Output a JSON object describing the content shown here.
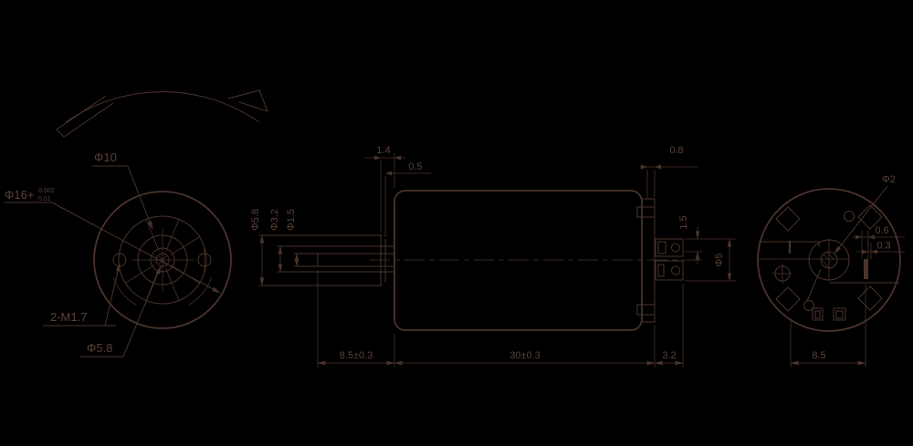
{
  "colors": {
    "background": "#000000",
    "line": "#4a332b",
    "text": "#5a4136"
  },
  "front_view": {
    "pitch_circle_dia": "Φ10",
    "body_dia": "Φ16+",
    "body_dia_tol_upper": "0.002",
    "body_dia_tol_lower": "0.01",
    "mounting_holes": "2-M1.7",
    "boss_dia": "Φ5.8"
  },
  "side_view": {
    "boss_length": "1.4",
    "boss_step": "0.5",
    "boss_dia": "Φ5.8",
    "bushing_dia": "Φ3.2",
    "shaft_dia": "Φ1.5",
    "endcap_lip": "0.8",
    "terminal_thickness": "1.5",
    "terminal_pitch_dia": "Φ5",
    "shaft_extension": "8.5±0.3",
    "body_length": "30±0.3",
    "terminal_length": "3.2"
  },
  "rear_view": {
    "shaft_hole_dia": "Φ2",
    "terminal_dim_outer": "0.6",
    "terminal_dim_inner": "0.3",
    "terminal_span": "8.5"
  }
}
